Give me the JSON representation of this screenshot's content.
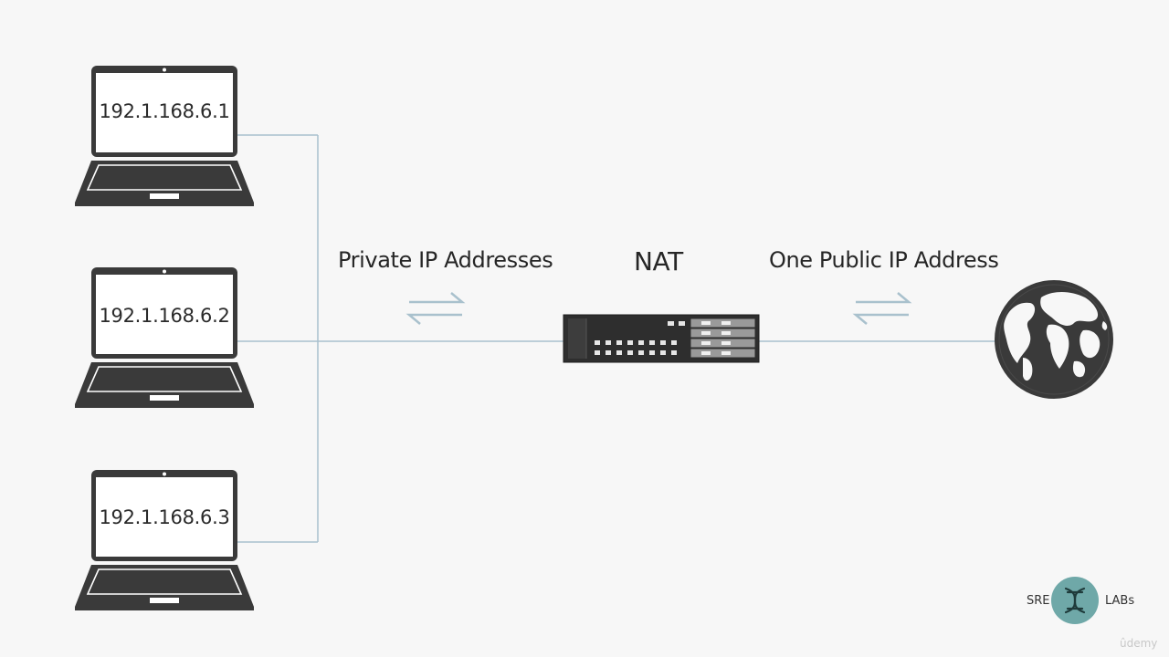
{
  "diagram": {
    "laptops": [
      {
        "ip": "192.1.168.6.1"
      },
      {
        "ip": "192.1.168.6.2"
      },
      {
        "ip": "192.1.168.6.3"
      }
    ],
    "private_label": "Private IP Addresses",
    "nat_label": "NAT",
    "public_label": "One Public IP Address"
  },
  "branding": {
    "left": "SRE",
    "right": "LABs",
    "watermark": "ûdemy"
  },
  "colors": {
    "link_line": "#a9c1cd",
    "device": "#3a3a3a",
    "arrow": "#a9c1cd",
    "logo": "#6fa8a8"
  },
  "icons": {
    "laptop": "laptop-icon",
    "nat": "router-icon",
    "internet": "globe-icon",
    "exchange": "exchange-arrows-icon",
    "logo": "dna-icon"
  }
}
